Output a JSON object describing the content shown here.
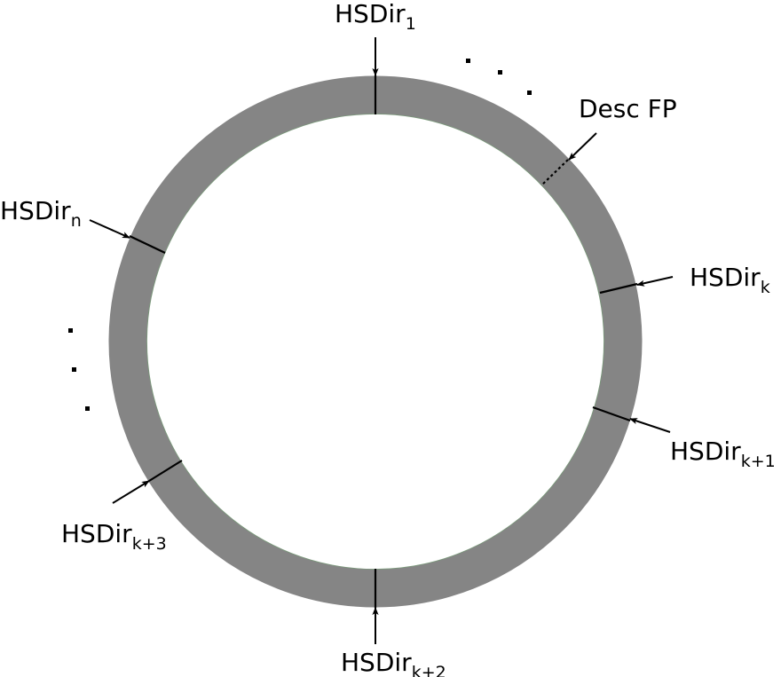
{
  "colors": {
    "ring": "#858585",
    "ring_inner_edge": "#7a9a7a",
    "stroke": "#000000",
    "background": "#ffffff"
  },
  "labels": {
    "hsdir_1": {
      "base": "HSDir",
      "sub": "1"
    },
    "hsdir_k": {
      "base": "HSDir",
      "sub": "k"
    },
    "hsdir_k1": {
      "base": "HSDir",
      "sub": "k+1"
    },
    "hsdir_k2": {
      "base": "HSDir",
      "sub": "k+2"
    },
    "hsdir_k3": {
      "base": "HSDir",
      "sub": "k+3"
    },
    "hsdir_n": {
      "base": "HSDir",
      "sub": "n"
    },
    "desc_fp": "Desc FP"
  },
  "ellipsis_marks": {
    "top_right": "...",
    "left": "..."
  }
}
